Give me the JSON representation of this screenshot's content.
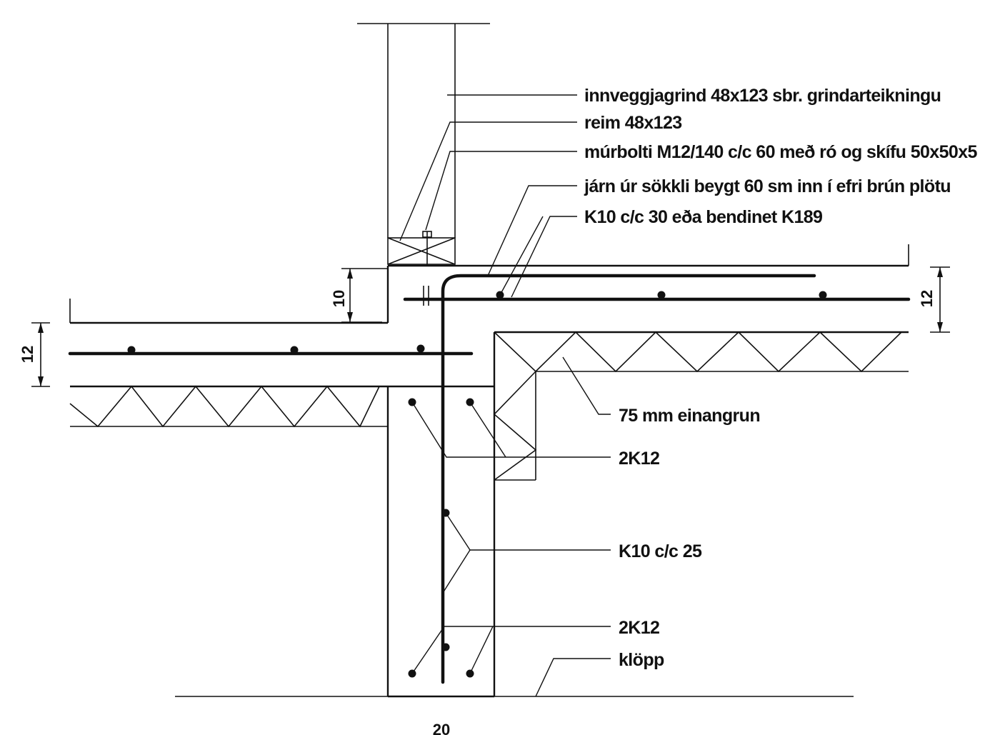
{
  "labels": {
    "frame": "innveggjagrind 48x123 sbr. grindarteikningu",
    "plate": "reim 48x123",
    "bolt": "múrbolti M12/140 c/c 60 með ró og skífu 50x50x5",
    "starter_bars": "járn úr sökkli beygt 60 sm inn í efri brún plötu",
    "mesh": "K10 c/c 30 eða bendinet K189",
    "insulation": "75 mm einangrun",
    "top_bars": "2K12",
    "stirrups": "K10 c/c 25",
    "bottom_bars": "2K12",
    "ground": "klöpp"
  },
  "dimensions": {
    "step": "10",
    "left_slab": "12",
    "right_slab": "12",
    "footing_width": "20"
  }
}
